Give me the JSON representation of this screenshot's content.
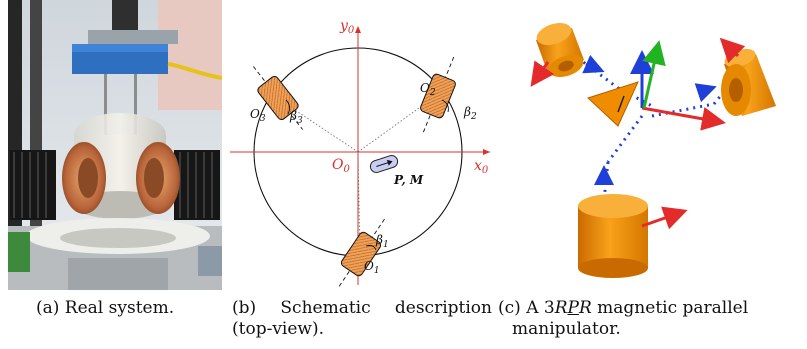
{
  "panel_a": {
    "caption": "(a) Real system."
  },
  "panel_b": {
    "caption_parts": [
      "(b)",
      "Schematic",
      "description"
    ],
    "caption_line2": "(top-view).",
    "labels": {
      "y_axis": "y",
      "y_axis_sub": "0",
      "x_axis": "x",
      "x_axis_sub": "0",
      "origin": "O",
      "origin_sub": "0",
      "o1": "O",
      "o1_sub": "1",
      "o2": "O",
      "o2_sub": "2",
      "o3": "O",
      "o3_sub": "3",
      "beta1": "β",
      "beta1_sub": "1",
      "beta2": "β",
      "beta2_sub": "2",
      "beta3": "β",
      "beta3_sub": "3",
      "pm": "P, M"
    },
    "colors": {
      "axis": "#d9302c",
      "coil": "#f0a25a",
      "magnet": "#c9cdf2"
    }
  },
  "panel_c": {
    "caption_line1": "(c) A 3RPR magnetic parallel",
    "caption_prefix": "(c) A 3",
    "caption_r1": "R",
    "caption_p": "P",
    "caption_r2": "R",
    "caption_suffix": " magnetic parallel",
    "caption_line2": "manipulator.",
    "colors": {
      "body": "#f08c00",
      "link": "#1f3fd9",
      "x_axis": "#e32b2b",
      "y_axis": "#22b322",
      "z_axis": "#1f3fd9"
    }
  }
}
